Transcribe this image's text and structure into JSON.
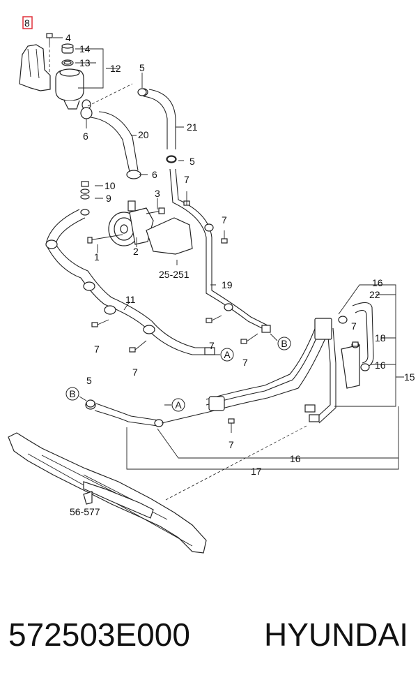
{
  "diagram": {
    "callouts": {
      "c8": "8",
      "c4": "4",
      "c14": "14",
      "c13": "13",
      "c12": "12",
      "c5a": "5",
      "c6a": "6",
      "c20": "20",
      "c21": "21",
      "c5b": "5",
      "c6b": "6",
      "c7a": "7",
      "c10": "10",
      "c9": "9",
      "c3": "3",
      "c7b": "7",
      "c1": "1",
      "c2": "2",
      "c25": "25-251",
      "c19": "19",
      "c11": "11",
      "c7c": "7",
      "c7d": "7",
      "c7e": "7",
      "c7f": "7",
      "c16a": "16",
      "c22": "22",
      "c7g": "7",
      "c18": "18",
      "c16b": "16",
      "c15": "15",
      "c5c": "5",
      "c7h": "7",
      "c16c": "16",
      "c17": "17",
      "c56": "56-577"
    },
    "markers": {
      "a1": "A",
      "a2": "A",
      "b1": "B",
      "b2": "B"
    },
    "highlight_color": "#e0303a"
  },
  "caption": {
    "part_number": "572503E000",
    "brand": "HYUNDAI"
  }
}
